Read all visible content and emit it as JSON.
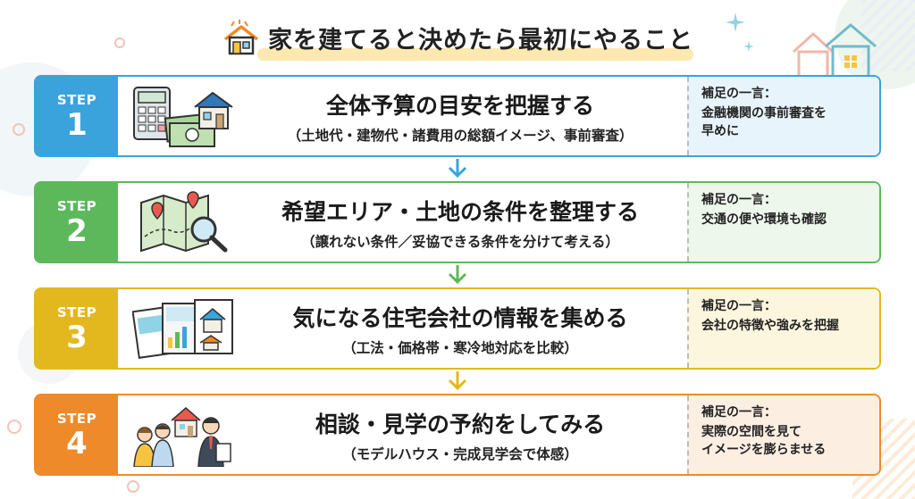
{
  "title": "家を建てると決めたら最初にやること",
  "colors": {
    "step1": "#3aa3dc",
    "step2": "#5db85c",
    "step3": "#e3b81e",
    "step4": "#ee8a2a",
    "note1": "#e8f4fb",
    "note2": "#edf7ec",
    "note3": "#fdf6df",
    "note4": "#fdeee2"
  },
  "steps": [
    {
      "label": "STEP",
      "number": "1",
      "title": "全体予算の目安を把握する",
      "subtitle": "（土地代・建物代・諸費用の総額イメージ、事前審査）",
      "note_head": "補足の一言：",
      "note_text": "金融機関の事前審査を\n早めに",
      "icon": "calculator-money-house-icon"
    },
    {
      "label": "STEP",
      "number": "2",
      "title": "希望エリア・土地の条件を整理する",
      "subtitle": "（譲れない条件／妥協できる条件を分けて考える）",
      "note_head": "補足の一言：",
      "note_text": "交通の便や環境も確認",
      "icon": "map-magnifier-icon"
    },
    {
      "label": "STEP",
      "number": "3",
      "title": "気になる住宅会社の情報を集める",
      "subtitle": "（工法・価格帯・寒冷地対応を比較）",
      "note_head": "補足の一言：",
      "note_text": "会社の特徴や強みを把握",
      "icon": "brochures-icon"
    },
    {
      "label": "STEP",
      "number": "4",
      "title": "相談・見学の予約をしてみる",
      "subtitle": "（モデルハウス・完成見学会で体感）",
      "note_head": "補足の一言：",
      "note_text": "実際の空間を見て\nイメージを膨らませる",
      "icon": "consultation-people-icon"
    }
  ]
}
